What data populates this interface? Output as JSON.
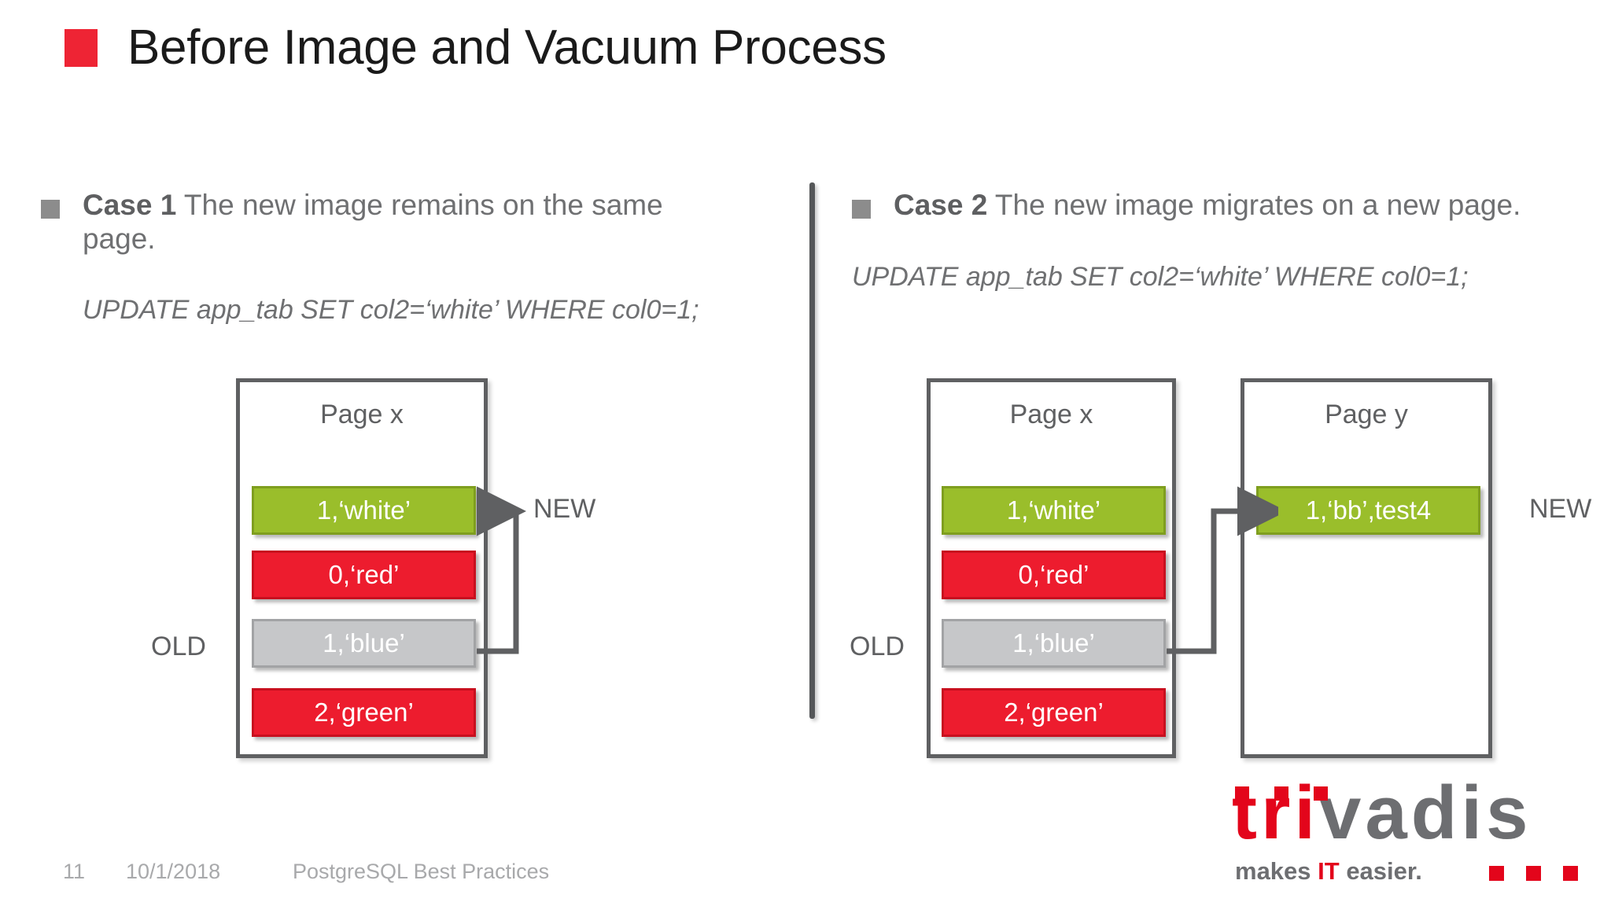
{
  "slide": {
    "title": "Before Image and Vacuum Process"
  },
  "cases": [
    {
      "label": "Case 1",
      "description": " The new image remains on the same page.",
      "sql": "UPDATE app_tab SET col2=‘white’ WHERE col0=1;",
      "old_label": "OLD",
      "new_label": "NEW",
      "pages": [
        {
          "name": "Page x",
          "rows": [
            {
              "text": "1,‘white’",
              "color": "green"
            },
            {
              "text": "0,‘red’",
              "color": "red"
            },
            {
              "text": "1,‘blue’",
              "color": "gray"
            },
            {
              "text": "2,‘green’",
              "color": "red"
            }
          ]
        }
      ]
    },
    {
      "label": "Case 2",
      "description": " The new image migrates on a new page.",
      "sql": "UPDATE app_tab SET col2=‘white’ WHERE col0=1;",
      "old_label": "OLD",
      "new_label": "NEW",
      "pages": [
        {
          "name": "Page x",
          "rows": [
            {
              "text": "1,‘white’",
              "color": "green"
            },
            {
              "text": "0,‘red’",
              "color": "red"
            },
            {
              "text": "1,‘blue’",
              "color": "gray"
            },
            {
              "text": "2,‘green’",
              "color": "red"
            }
          ]
        },
        {
          "name": "Page y",
          "rows": [
            {
              "text": "1,‘bb’,test4",
              "color": "green"
            }
          ]
        }
      ]
    }
  ],
  "footer": {
    "page_number": "11",
    "date": "10/1/2018",
    "topic": "PostgreSQL Best Practices"
  },
  "logo": {
    "brand_red": "tri",
    "brand_gray": "vadis",
    "tagline_pre": "makes ",
    "tagline_it": "IT",
    "tagline_post": " easier."
  },
  "colors": {
    "accent_red": "#ee2434",
    "row_green": "#9abe2b",
    "row_red": "#ed1c2e",
    "row_gray": "#c6c7c9",
    "text_gray": "#6f7072",
    "border_gray": "#5f6062"
  }
}
